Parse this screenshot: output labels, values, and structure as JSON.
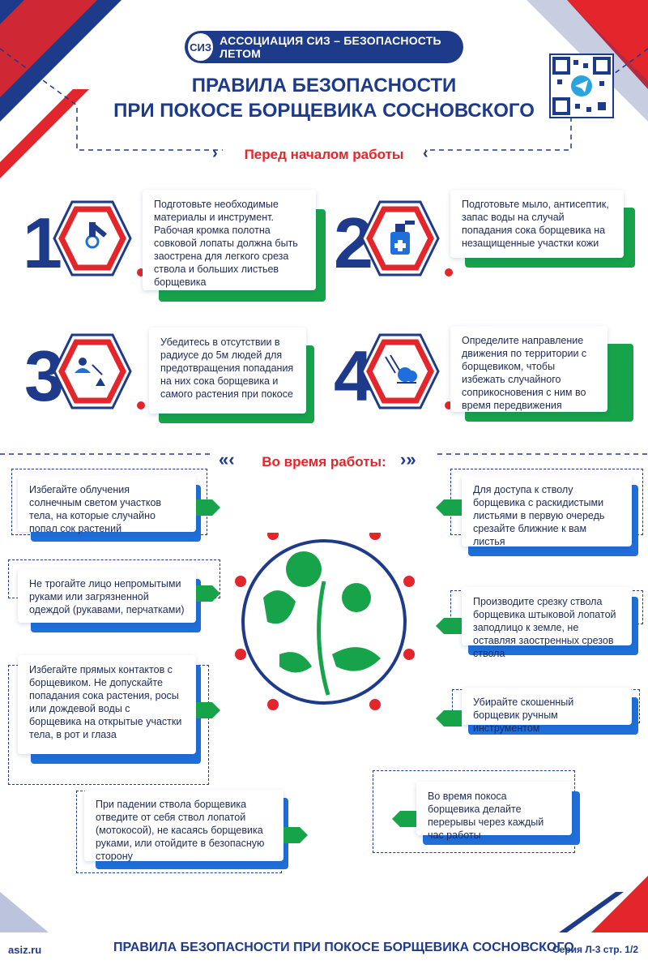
{
  "header": {
    "logo": "СИЗ",
    "association": "АССОЦИАЦИЯ СИЗ – БЕЗОПАСНОСТЬ ЛЕТОМ"
  },
  "title": {
    "line1": "ПРАВИЛА БЕЗОПАСНОСТИ",
    "line2": "ПРИ ПОКОСЕ БОРЩЕВИКА СОСНОВСКОГО"
  },
  "qr": {
    "icon": "telegram-icon"
  },
  "before": {
    "heading": "Перед началом работы",
    "steps": [
      {
        "num": "1",
        "icon": "tools-icon",
        "text": "Подготовьте необходимые материалы и инструмент. Рабочая кромка полотна совковой лопаты должна быть заострена для легкого среза ствола и больших листьев борщевика"
      },
      {
        "num": "2",
        "icon": "spray-bottle-icon",
        "text": "Подготовьте мыло, антисептик, запас воды на случай попадания сока борщевика на незащищенные участки кожи"
      },
      {
        "num": "3",
        "icon": "distance-icon",
        "text": "Убедитесь в отсутствии в радиусе до 5м людей для предотвращения попадания на них сока борщевика и самого растения при покосе"
      },
      {
        "num": "4",
        "icon": "wind-weather-icon",
        "text": "Определите направление движения по территории с борщевиком, чтобы избежать случайного соприкосновения с ним во время передвижения"
      }
    ]
  },
  "during": {
    "heading": "Во время работы:",
    "left": [
      "Избегайте облучения солнечным светом участков тела, на которые случайно попал сок растений",
      "Не трогайте лицо непромытыми руками или загрязненной одеждой (рукавами, перчатками)",
      "Избегайте прямых контактов с борщевиком. Не допускайте попадания сока растения, росы или дождевой воды с борщевика на открытые участки тела, в рот и глаза",
      "При падении ствола борщевика отведите от себя ствол лопатой (мотокосой), не касаясь борщевика руками, или отойдите в безопасную сторону"
    ],
    "right": [
      "Для доступа к стволу борщевика с раскидистыми листьями в первую очередь срезайте ближние к вам листья",
      "Производите срезку ствола борщевика штыковой лопатой заподлицо к земле, не оставляя заостренных срезов ствола",
      "Убирайте скошенный борщевик ручным инструментом",
      "Во время покоса борщевика делайте перерывы через каждый час работы"
    ]
  },
  "footer": {
    "site": "asiz.ru",
    "title": "ПРАВИЛА БЕЗОПАСНОСТИ ПРИ ПОКОСЕ БОРЩЕВИКА СОСНОВСКОГО",
    "series": "Серия Л-3 стр. 1/2"
  },
  "colors": {
    "navy": "#1e3a8a",
    "red": "#e3262b",
    "green": "#16a34a",
    "blue": "#1e6fd9"
  }
}
